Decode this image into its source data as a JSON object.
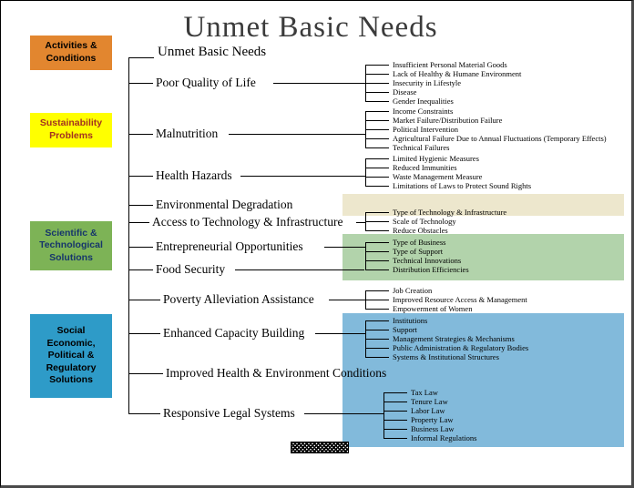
{
  "title": "Unmet Basic Needs",
  "root": "Unmet Basic Needs",
  "colors": {
    "activities_box": "#E2862F",
    "sustainability_box": "#FFFF00",
    "scientific_box": "#7DB356",
    "social_box": "#2E9BC8",
    "beige_band": "#EDE7CD",
    "green_band": "#B2D3AB",
    "blue_band": "#82BADB",
    "line": "#000000"
  },
  "categories": [
    {
      "label": "Activities & Conditions",
      "bg": "#E2862F",
      "fg": "#000000"
    },
    {
      "label": "Sustainability Problems",
      "bg": "#FFFF00",
      "fg": "#A33320"
    },
    {
      "label": "Scientific & Technological Solutions",
      "bg": "#7DB356",
      "fg": "#16356B"
    },
    {
      "label": "Social Economic, Political & Regulatory Solutions",
      "bg": "#2E9BC8",
      "fg": "#000000"
    }
  ],
  "branches": [
    {
      "label": "Poor Quality of Life",
      "children": [
        "Insufficient Personal Material Goods",
        "Lack of Healthy & Humane Environment",
        "Insecurity in Lifestyle",
        "Disease",
        "Gender Inequalities"
      ]
    },
    {
      "label": "Malnutrition",
      "children": [
        "Income Constraints",
        "Market Failure/Distribution Failure",
        "Political Intervention",
        "Agricultural Failure Due to Annual Fluctuations (Temporary Effects)",
        "Technical Failures"
      ]
    },
    {
      "label": "Health Hazards",
      "children": [
        "Limited Hygienic Measures",
        "Reduced Immunities",
        "Waste Management Measure",
        "Limitations of Laws to Protect Sound Rights"
      ]
    },
    {
      "label": "Environmental Degradation",
      "children": []
    },
    {
      "label": "Access to Technology & Infrastructure",
      "children": [
        "Type of Technology & Infrastructure",
        "Scale of Technology",
        "Reduce Obstacles"
      ]
    },
    {
      "label": "Entrepreneurial Opportunities",
      "children": [
        "Type of Business",
        "Type of Support",
        "Technical Innovations",
        "Distribution Efficiencies"
      ]
    },
    {
      "label": "Food Security",
      "children": []
    },
    {
      "label": "Poverty Alleviation Assistance",
      "children": [
        "Job Creation",
        "Improved Resource Access & Management",
        "Empowerment of Women"
      ]
    },
    {
      "label": "Enhanced Capacity Building",
      "children": [
        "Institutions",
        "Support",
        "Management Strategies & Mechanisms",
        "Public Administration & Regulatory Bodies",
        "Systems & Institutional Structures"
      ]
    },
    {
      "label": "Improved Health & Environment Conditions",
      "children": []
    },
    {
      "label": "Responsive Legal Systems",
      "children": [
        "Tax Law",
        "Tenure Law",
        "Labor Law",
        "Property Law",
        "Business Law",
        "Informal Regulations"
      ]
    }
  ]
}
